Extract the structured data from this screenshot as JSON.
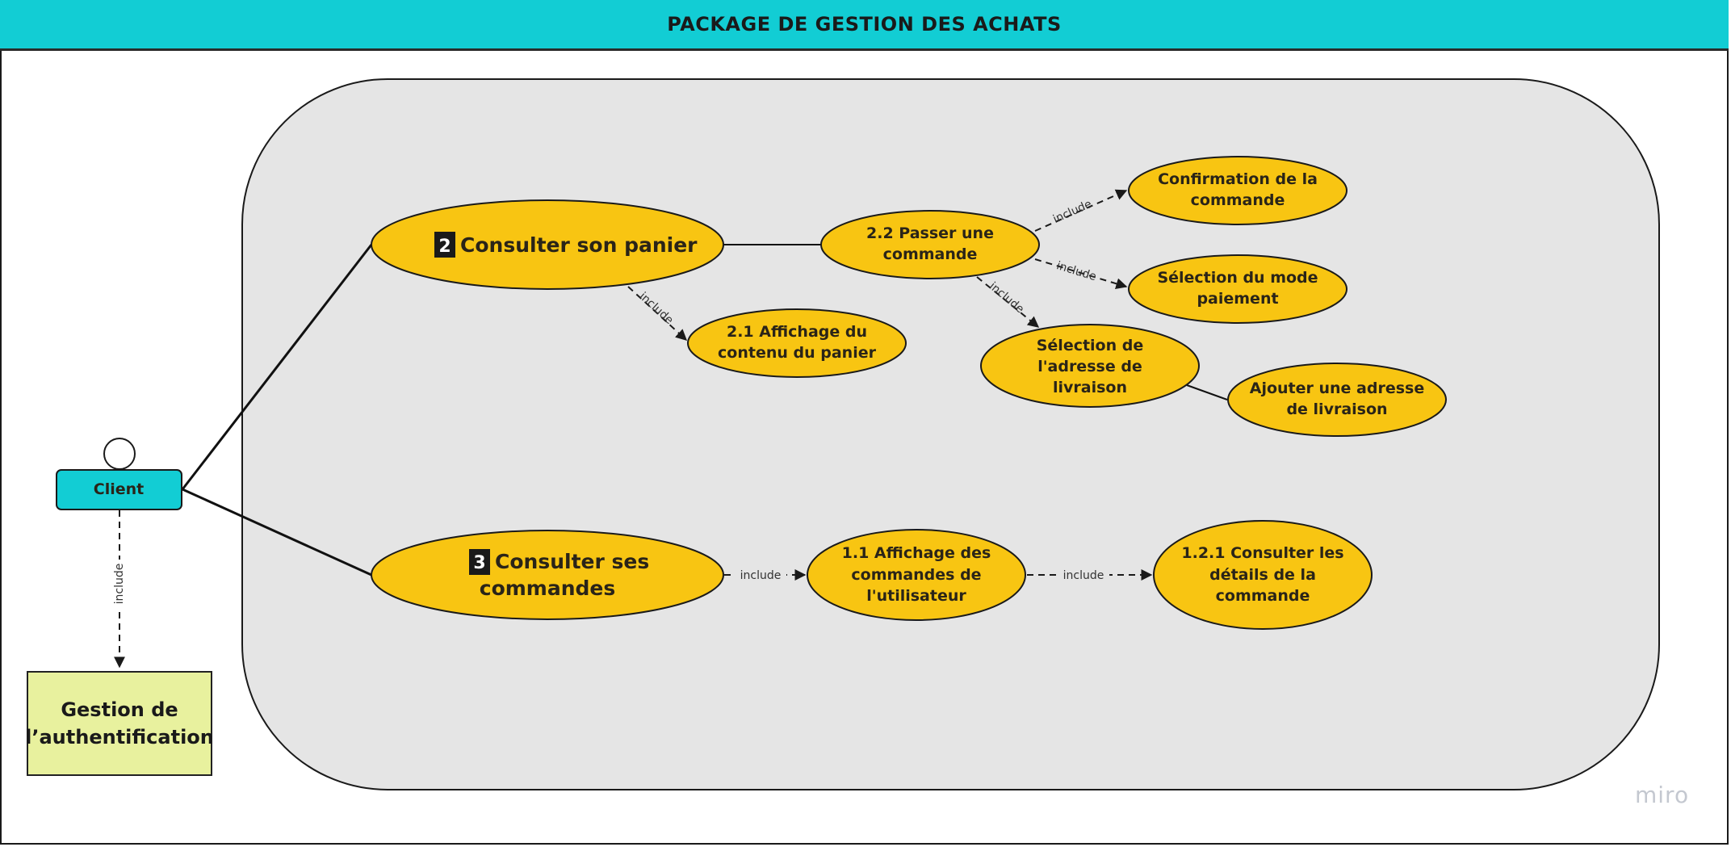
{
  "header": {
    "title": "PACKAGE DE GESTION DES ACHATS"
  },
  "actor": {
    "label": "Client"
  },
  "auth_box": {
    "label": "Gestion de\nl’authentification"
  },
  "use_cases": {
    "consulter_panier": {
      "number": "2",
      "label": "Consulter son panier"
    },
    "affichage_panier": {
      "line1": "2.1 Affichage du",
      "line2": "contenu du panier"
    },
    "passer_commande": {
      "line1": "2.2 Passer une",
      "line2": "commande"
    },
    "confirmation": {
      "line1": "Confirmation de la",
      "line2": "commande"
    },
    "mode_paiement": {
      "line1": "Sélection du mode",
      "line2": "paiement"
    },
    "adresse_livraison": {
      "line1": "Sélection de",
      "line2": "l'adresse de",
      "line3": "livraison"
    },
    "ajouter_adresse": {
      "line1": "Ajouter une adresse",
      "line2": "de livraison"
    },
    "consulter_commandes": {
      "number": "3",
      "line1": "Consulter ses",
      "line2": "commandes"
    },
    "affichage_commandes": {
      "line1": "1.1 Affichage des",
      "line2": "commandes de",
      "line3": "l'utilisateur"
    },
    "details_commande": {
      "line1": "1.2.1 Consulter les",
      "line2": "détails de la",
      "line3": "commande"
    }
  },
  "relations": {
    "include_label": "include"
  },
  "watermark": {
    "text": "miro"
  },
  "colors": {
    "header": "#12cdd4",
    "use_case_fill": "#f8c512",
    "boundary_fill": "#e5e5e5",
    "auth_fill": "#e8f19e",
    "actor_fill": "#12cdd4"
  }
}
